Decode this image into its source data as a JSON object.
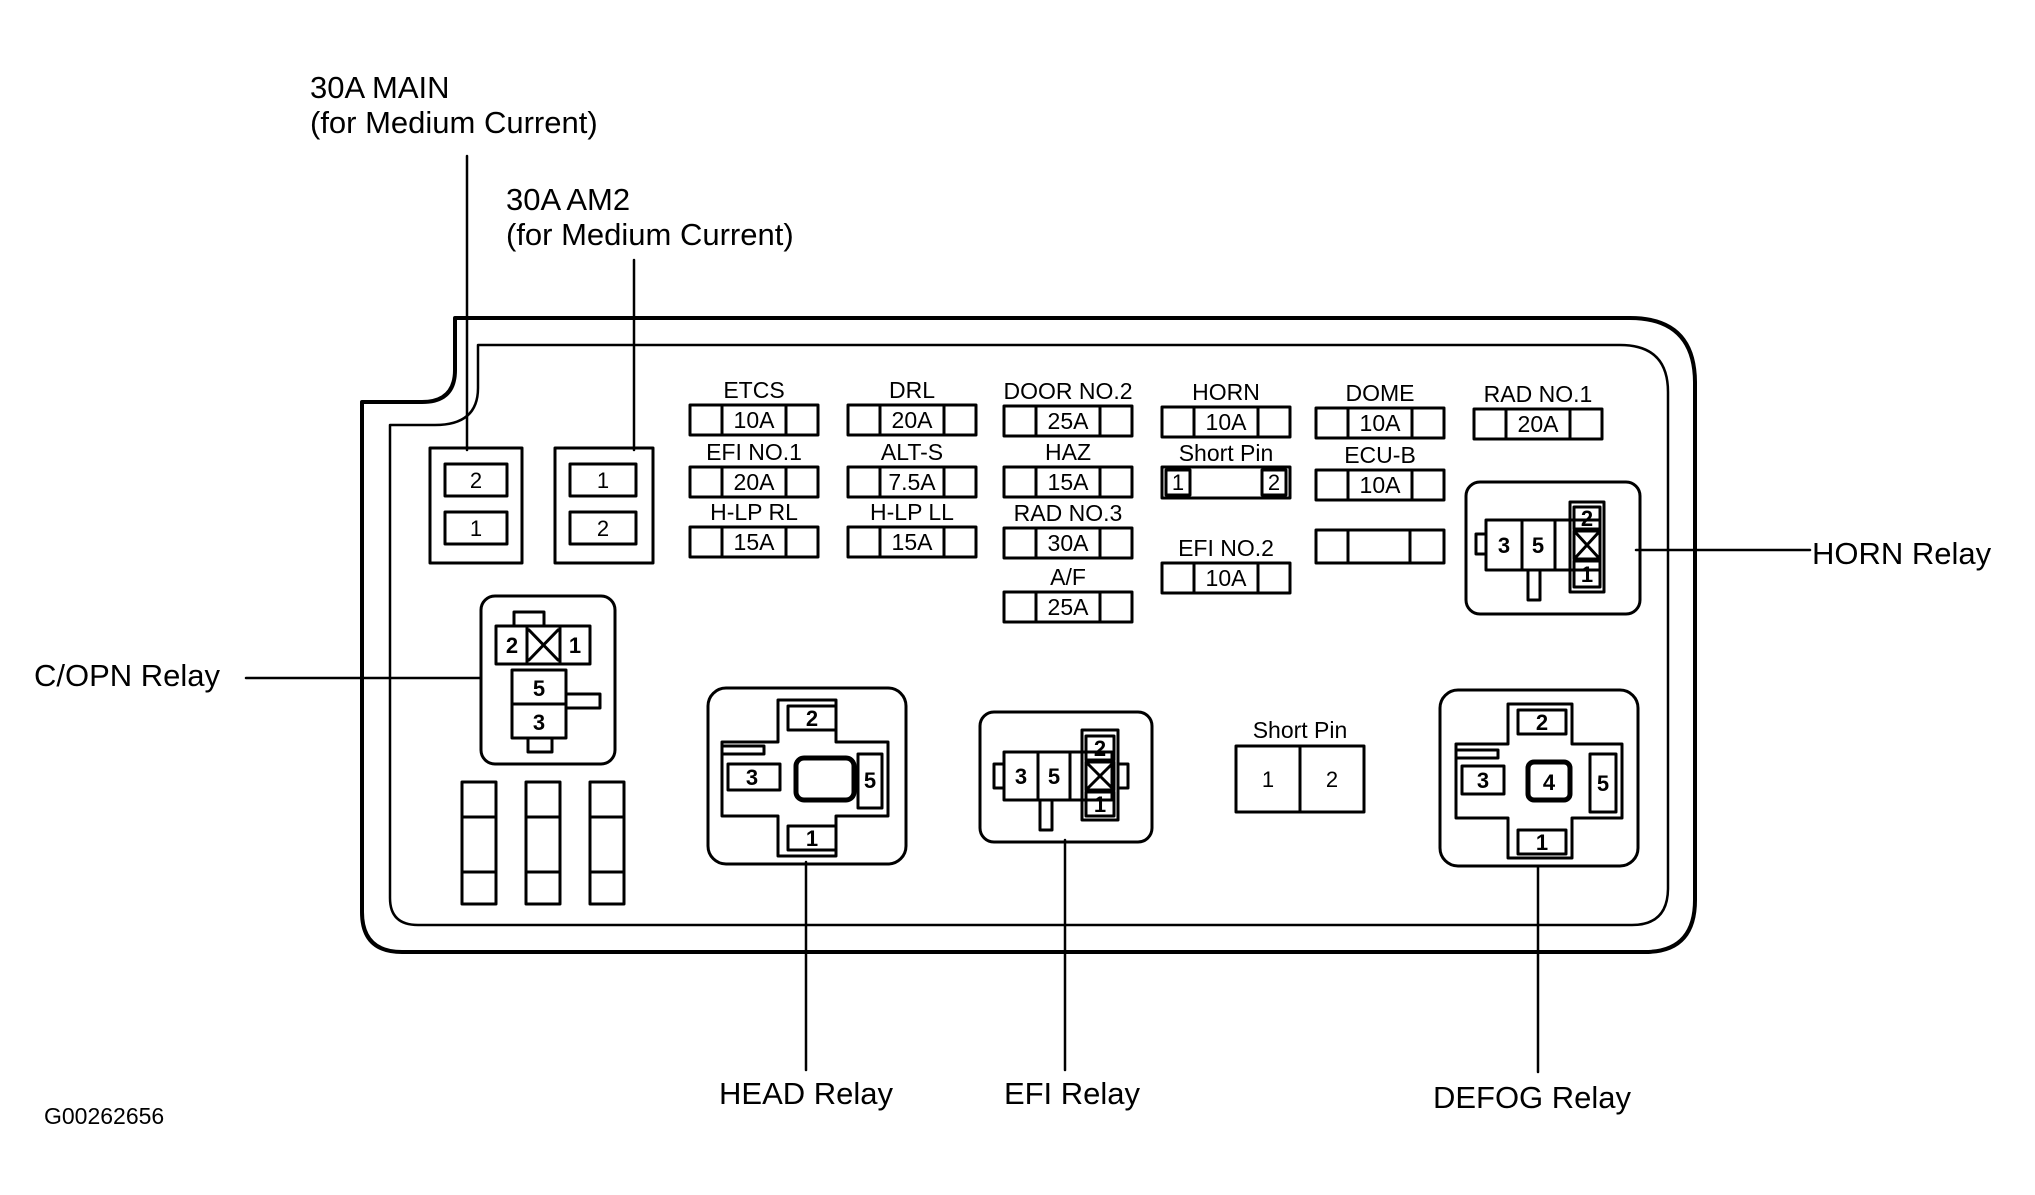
{
  "callouts": {
    "main_line1": "30A MAIN",
    "main_line2": "(for Medium Current)",
    "am2_line1": "30A AM2",
    "am2_line2": "(for Medium Current)",
    "copn": "C/OPN Relay",
    "horn": "HORN Relay",
    "head": "HEAD Relay",
    "efi": "EFI Relay",
    "defog": "DEFOG Relay"
  },
  "figure_code": "G00262656",
  "fuses": {
    "etcs": {
      "label": "ETCS",
      "value": "10A"
    },
    "drl": {
      "label": "DRL",
      "value": "20A"
    },
    "door2": {
      "label": "DOOR NO.2",
      "value": "25A"
    },
    "horn": {
      "label": "HORN",
      "value": "10A"
    },
    "dome": {
      "label": "DOME",
      "value": "10A"
    },
    "rad1": {
      "label": "RAD NO.1",
      "value": "20A"
    },
    "efi1": {
      "label": "EFI NO.1",
      "value": "20A"
    },
    "alts": {
      "label": "ALT-S",
      "value": "7.5A"
    },
    "haz": {
      "label": "HAZ",
      "value": "15A"
    },
    "ecub": {
      "label": "ECU-B",
      "value": "10A"
    },
    "hlprl": {
      "label": "H-LP RL",
      "value": "15A"
    },
    "hlpll": {
      "label": "H-LP LL",
      "value": "15A"
    },
    "rad3": {
      "label": "RAD NO.3",
      "value": "30A"
    },
    "efi2": {
      "label": "EFI NO.2",
      "value": "10A"
    },
    "af": {
      "label": "A/F",
      "value": "25A"
    }
  },
  "short_pin_small": {
    "label": "Short Pin",
    "pin_left": "1",
    "pin_right": "2"
  },
  "short_pin_large": {
    "label": "Short Pin",
    "pin_left": "1",
    "pin_right": "2"
  },
  "main_fuse": {
    "top": "2",
    "bottom": "1"
  },
  "am2_fuse": {
    "top": "1",
    "bottom": "2"
  },
  "relays": {
    "copn": {
      "p2": "2",
      "p1": "1",
      "p5": "5",
      "p3": "3"
    },
    "horn": {
      "p3": "3",
      "p5": "5",
      "p2": "2",
      "p1": "1"
    },
    "head": {
      "p2": "2",
      "p3": "3",
      "p5": "5",
      "p1": "1"
    },
    "efi": {
      "p3": "3",
      "p5": "5",
      "p2": "2",
      "p1": "1"
    },
    "defog": {
      "p2": "2",
      "p3": "3",
      "p4": "4",
      "p5": "5",
      "p1": "1"
    }
  }
}
